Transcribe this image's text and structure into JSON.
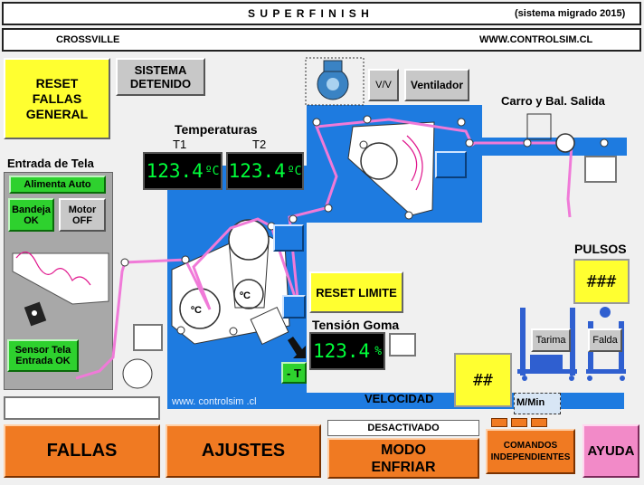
{
  "header": {
    "title": "S U P E R F I N I S H",
    "subtitle": "(sistema migrado 2015)"
  },
  "subheader": {
    "left": "CROSSVILLE",
    "right": "WWW.CONTROLSIM.CL"
  },
  "buttons": {
    "reset_fallas": "RESET FALLAS GENERAL",
    "sistema": "SISTEMA DETENIDO",
    "vv": "V/V",
    "ventilador": "Ventilador",
    "reset_limite": "RESET LIMITE",
    "minus_t": "- T",
    "tarima": "Tarima",
    "falda": "Falda",
    "fallas": "FALLAS",
    "ajustes": "AJUSTES",
    "modo_enfriar": "MODO ENFRIAR",
    "comandos": "COMANDOS INDEPENDIENTES",
    "ayuda": "AYUDA"
  },
  "entrada": {
    "title": "Entrada de Tela",
    "alimenta": "Alimenta Auto",
    "bandeja": "Bandeja OK",
    "motor": "Motor OFF",
    "sensor": "Sensor Tela Entrada OK"
  },
  "temps": {
    "title": "Temperaturas",
    "t1_label": "T1",
    "t2_label": "T2",
    "t1_value": "123.4",
    "t2_value": "123.4",
    "unit": "ºC",
    "roll_unit": "ºC"
  },
  "carro": {
    "title": "Carro y Bal. Salida"
  },
  "pulsos": {
    "title": "PULSOS",
    "value": "###"
  },
  "tension": {
    "title": "Tensión Goma",
    "value": "123.4",
    "unit": "%"
  },
  "velocidad": {
    "label": "VELOCIDAD",
    "value": "##",
    "unit": "M/Min"
  },
  "footer_url": "www. controlsim .cl",
  "desactivado": "DESACTIVADO",
  "colors": {
    "blue": "#1e7be0",
    "yellow": "#ffff30",
    "orange": "#f07a22",
    "green": "#2ed12e",
    "pink": "#f07ad8",
    "web": "#e0148c"
  }
}
